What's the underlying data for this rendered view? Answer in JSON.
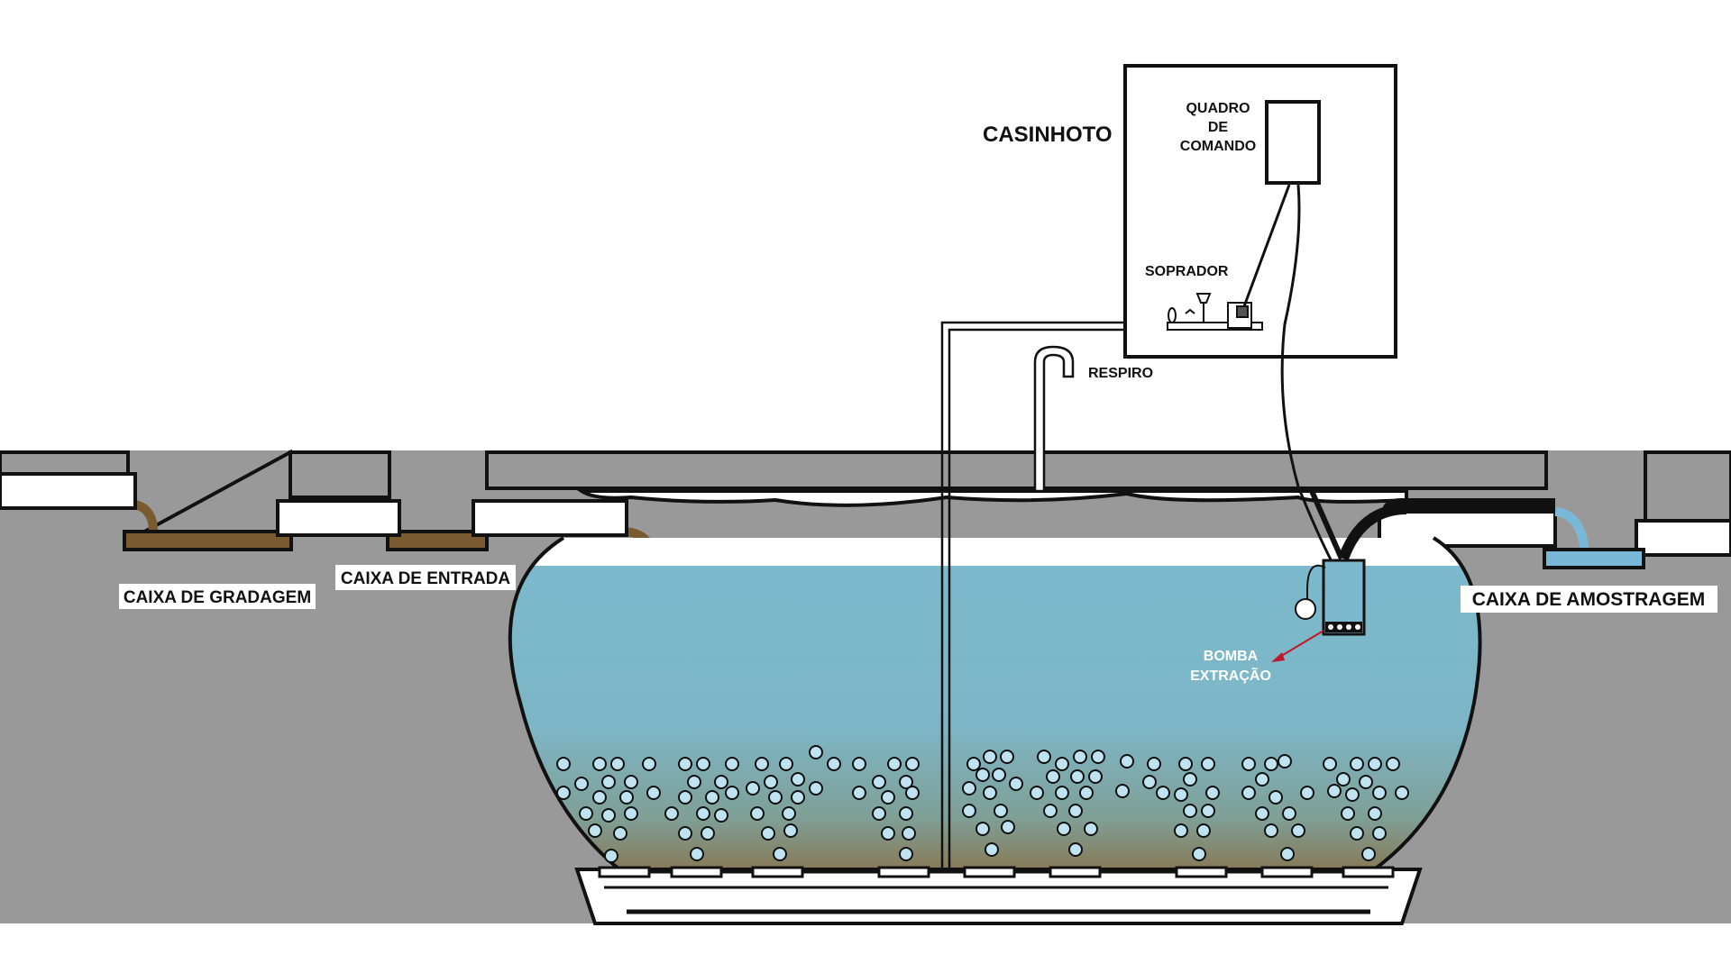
{
  "labels": {
    "casinhoto": "CASINHOTO",
    "quadro_line1": "QUADRO",
    "quadro_line2": "DE",
    "quadro_line3": "COMANDO",
    "soprador": "SOPRADOR",
    "respiro": "RESPIRO",
    "caixa_gradagem": "CAIXA DE GRADAGEM",
    "caixa_entrada": "CAIXA DE ENTRADA",
    "caixa_amostragem": "CAIXA DE AMOSTRAGEM",
    "bomba_line1": "BOMBA",
    "bomba_line2": "EXTRAÇÃO"
  },
  "colors": {
    "ground": "#999999",
    "water_top": "#7cb9cc",
    "sludge": "#8a6a3e",
    "sewage_pipe": "#7a5a30",
    "clean_pipe": "#7ab8d8",
    "arrow": "#c0182a",
    "bubble": "#bfe3f0",
    "outline": "#111111"
  }
}
